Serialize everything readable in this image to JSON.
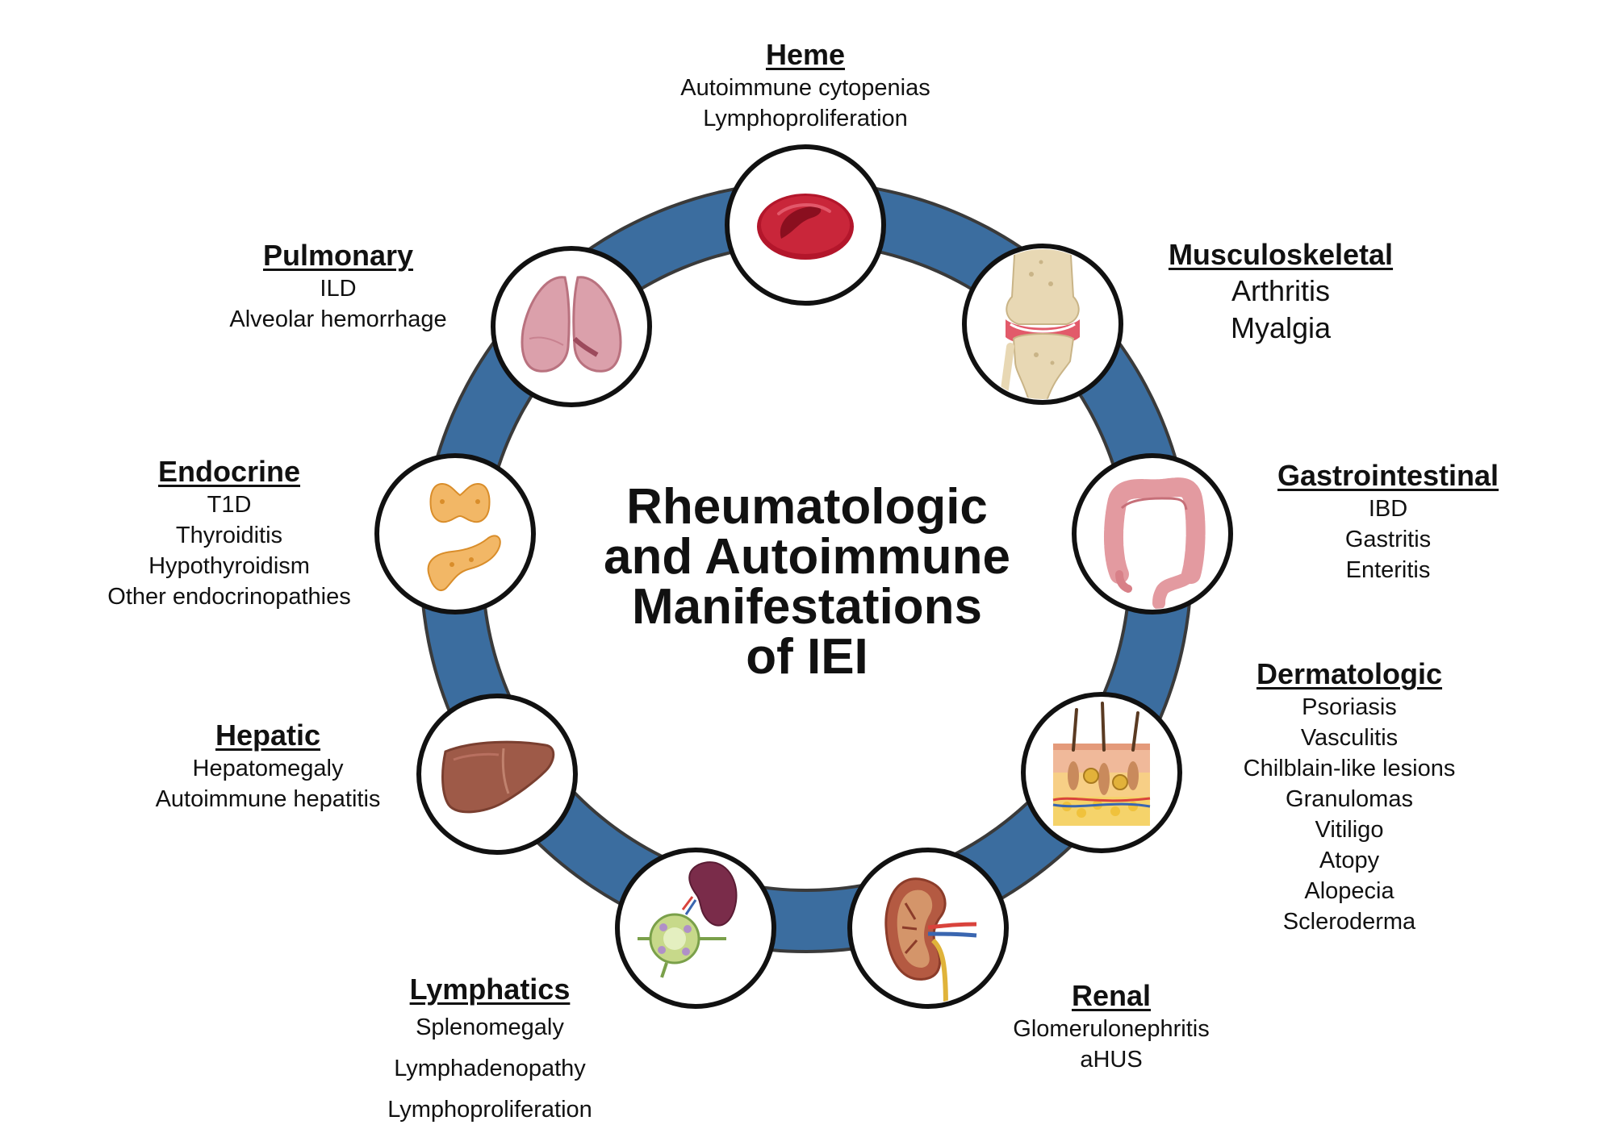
{
  "center_title": [
    "Rheumatologic",
    "and Autoimmune",
    "Manifestations",
    "of IEI"
  ],
  "colors": {
    "ring": "#3b6d9f",
    "ring_outline": "#3a3a3a",
    "node_fill": "#ffffff",
    "node_outline": "#111111",
    "text": "#111111"
  },
  "nodes": [
    {
      "key": "heme",
      "title": "Heme",
      "items": [
        "Autoimmune cytopenias",
        "Lymphoproliferation"
      ],
      "icon": "red-blood-cell-icon"
    },
    {
      "key": "musculoskeletal",
      "title": "Musculoskeletal",
      "items": [
        "Arthritis",
        "Myalgia"
      ],
      "icon": "knee-joint-icon"
    },
    {
      "key": "gastrointestinal",
      "title": "Gastrointestinal",
      "items": [
        "IBD",
        "Gastritis",
        "Enteritis"
      ],
      "icon": "intestine-icon"
    },
    {
      "key": "dermatologic",
      "title": "Dermatologic",
      "items": [
        "Psoriasis",
        "Vasculitis",
        "Chilblain-like lesions",
        "Granulomas",
        "Vitiligo",
        "Atopy",
        "Alopecia",
        "Scleroderma"
      ],
      "icon": "skin-cross-section-icon"
    },
    {
      "key": "renal",
      "title": "Renal",
      "items": [
        "Glomerulonephritis",
        "aHUS"
      ],
      "icon": "kidney-icon"
    },
    {
      "key": "lymphatics",
      "title": "Lymphatics",
      "items": [
        "Splenomegaly",
        "Lymphadenopathy",
        "Lymphoproliferation"
      ],
      "icon": "spleen-lymph-node-icon"
    },
    {
      "key": "hepatic",
      "title": "Hepatic",
      "items": [
        "Hepatomegaly",
        "Autoimmune hepatitis"
      ],
      "icon": "liver-icon"
    },
    {
      "key": "endocrine",
      "title": "Endocrine",
      "items": [
        "T1D",
        "Thyroiditis",
        "Hypothyroidism",
        "Other endocrinopathies"
      ],
      "icon": "thyroid-pancreas-icon"
    },
    {
      "key": "pulmonary",
      "title": "Pulmonary",
      "items": [
        "ILD",
        "Alveolar hemorrhage"
      ],
      "icon": "lungs-icon"
    }
  ]
}
